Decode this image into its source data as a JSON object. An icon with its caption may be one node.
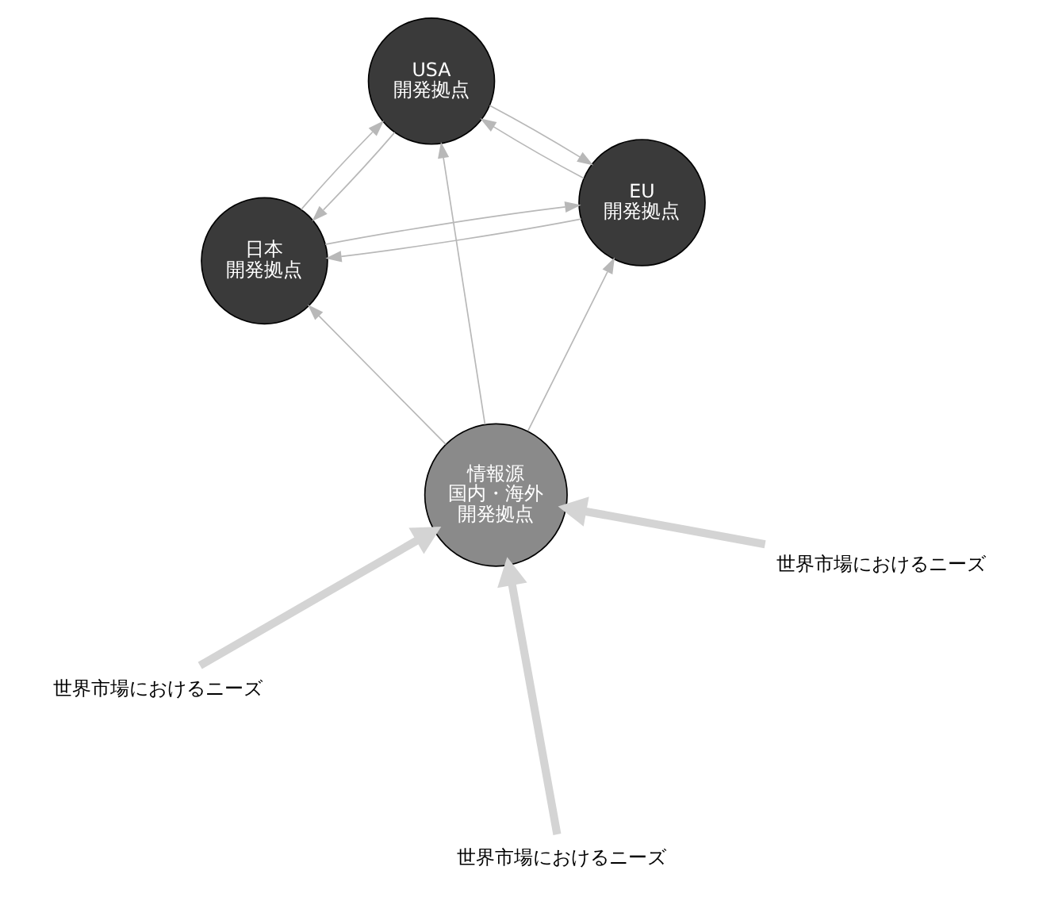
{
  "diagram": {
    "nodes": [
      {
        "text": [
          "日本",
          "開発拠点"
        ]
      },
      {
        "text": [
          "世界市場におけるニーズ"
        ]
      },
      {
        "text": [
          "世界市場におけるニーズ"
        ]
      },
      {
        "text": [
          "情報源",
          "国内・海外",
          "開発拠点"
        ]
      },
      {
        "text": [
          "EU",
          "開発拠点"
        ]
      },
      {
        "text": [
          "USA",
          "開発拠点"
        ]
      },
      {
        "text": [
          "世界市場におけるニーズ"
        ]
      }
    ],
    "edges": [
      {
        "from": 3,
        "to": 0,
        "arrow": "to"
      },
      {
        "from": 3,
        "to": 4,
        "arrow": "to"
      },
      {
        "from": 3,
        "to": 5,
        "arrow": "to"
      },
      {
        "from": 4,
        "to": 0,
        "arrow": "to"
      },
      {
        "from": 0,
        "to": 4,
        "arrow": "to"
      },
      {
        "from": 5,
        "to": 0,
        "arrow": "to"
      },
      {
        "from": 0,
        "to": 5,
        "arrow": "to"
      },
      {
        "from": 4,
        "to": 5,
        "arrow": "to"
      },
      {
        "from": 5,
        "to": 4,
        "arrow": "to"
      },
      {
        "from": 1,
        "to": 3,
        "arrow": "to",
        "style": "thick"
      },
      {
        "from": 2,
        "to": 3,
        "arrow": "to",
        "style": "thick"
      },
      {
        "from": 6,
        "to": 3,
        "arrow": "to",
        "style": "thick"
      }
    ]
  }
}
